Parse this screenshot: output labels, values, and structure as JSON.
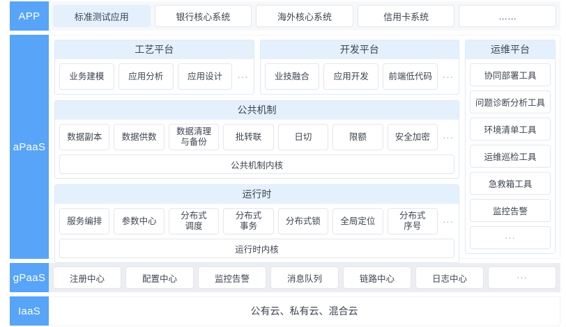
{
  "layers": {
    "app": {
      "label": "APP",
      "items": [
        {
          "text": "标准测试应用",
          "active": true
        },
        {
          "text": "银行核心系统",
          "active": false
        },
        {
          "text": "海外核心系统",
          "active": false
        },
        {
          "text": "信用卡系统",
          "active": false
        },
        {
          "text": "……",
          "active": false
        }
      ]
    },
    "apaas": {
      "label": "aPaaS",
      "panels": {
        "craft": {
          "title": "工艺平台",
          "items": [
            "业务建模",
            "应用分析",
            "应用设计"
          ],
          "ellipsis": "···"
        },
        "dev": {
          "title": "开发平台",
          "items": [
            "业技融合",
            "应用开发",
            "前端低代码"
          ],
          "ellipsis": "···"
        },
        "common": {
          "title": "公共机制",
          "items": [
            "数据副本",
            "数据供数",
            "数据清理\n与备份",
            "批转联",
            "日切",
            "限额",
            "安全加密"
          ],
          "ellipsis": "···",
          "kernel": "公共机制内核"
        },
        "runtime": {
          "title": "运行时",
          "items": [
            "服务编排",
            "参数中心",
            "分布式\n调度",
            "分布式\n事务",
            "分布式锁",
            "全局定位",
            "分布式\n序号"
          ],
          "ellipsis": "···",
          "kernel": "运行时内核"
        },
        "ops": {
          "title": "运维平台",
          "items": [
            "协同部署工具",
            "问题诊断分析工具",
            "环境清单工具",
            "运维巡检工具",
            "急救箱工具",
            "监控告警",
            "···"
          ]
        }
      }
    },
    "gpaas": {
      "label": "gPaaS",
      "items": [
        "注册中心",
        "配置中心",
        "监控告警",
        "消息队列",
        "链路中心",
        "日志中心",
        "···"
      ]
    },
    "iaas": {
      "label": "IaaS",
      "text": "公有云、私有云、混合云"
    }
  },
  "colors": {
    "brand_blue": "#57a4f8",
    "panel_header": "#e4f1fd",
    "panel_border": "#dbeafb",
    "chip_border": "#e3e6eb",
    "gpaas_bg": "#eceef1",
    "app_bg": "#f7f8fa"
  }
}
